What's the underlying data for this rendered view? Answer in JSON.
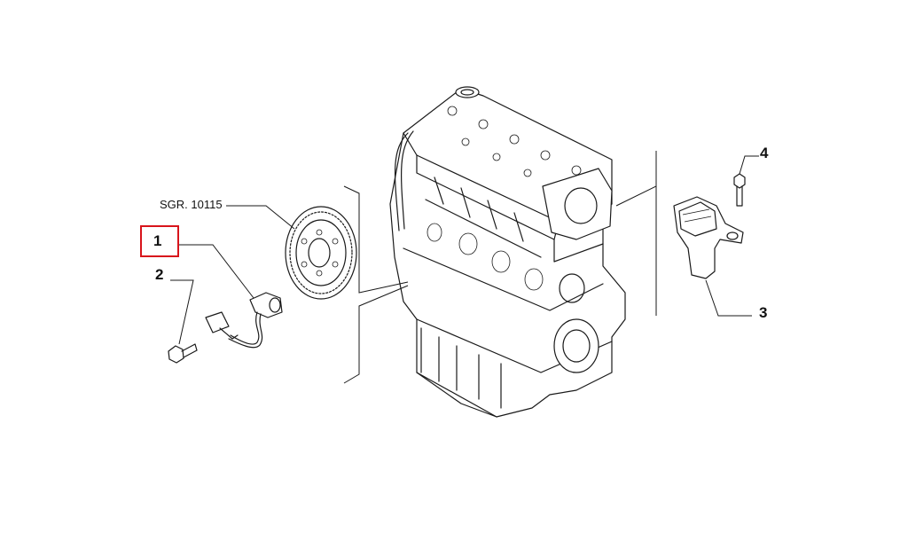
{
  "diagram": {
    "reference_label": "SGR. 10115",
    "callouts": [
      {
        "id": "1",
        "label": "1",
        "highlighted": true
      },
      {
        "id": "2",
        "label": "2",
        "highlighted": false
      },
      {
        "id": "3",
        "label": "3",
        "highlighted": false
      },
      {
        "id": "4",
        "label": "4",
        "highlighted": false
      }
    ],
    "highlight_color": "#d8141b",
    "line_color": "#1a1a1a",
    "parts": [
      {
        "name": "crankshaft-position-sensor",
        "callout": "1"
      },
      {
        "name": "sensor-bolt",
        "callout": "2"
      },
      {
        "name": "camshaft-position-sensor",
        "callout": "3"
      },
      {
        "name": "camshaft-sensor-bolt",
        "callout": "4"
      },
      {
        "name": "flywheel",
        "ref": "SGR. 10115"
      },
      {
        "name": "engine-block"
      }
    ]
  }
}
